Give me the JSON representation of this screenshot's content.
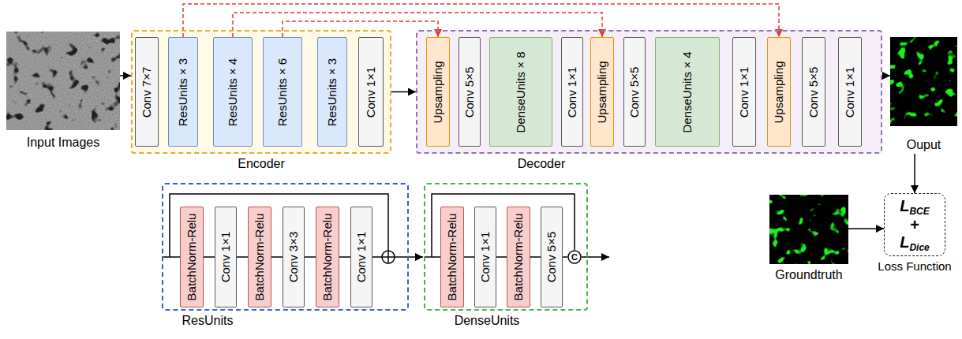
{
  "diagram": {
    "nodes": [
      {
        "text": [
          "Input Images"
        ]
      },
      {
        "text": [
          "Encoder"
        ]
      },
      {
        "text": [
          "Conv 7×7"
        ],
        "in": 1
      },
      {
        "text": [
          "ResUnits × 3"
        ],
        "in": 1
      },
      {
        "text": [
          "ResUnits × 4"
        ],
        "in": 1
      },
      {
        "text": [
          "ResUnits × 6"
        ],
        "in": 1
      },
      {
        "text": [
          "ResUnits × 3"
        ],
        "in": 1
      },
      {
        "text": [
          "Conv 1×1"
        ],
        "in": 1
      },
      {
        "text": [
          "Decoder"
        ]
      },
      {
        "text": [
          "Upsampling"
        ],
        "in": 8
      },
      {
        "text": [
          "Conv 5×5"
        ],
        "in": 8
      },
      {
        "text": [
          "DenseUnits × 8"
        ],
        "in": 8
      },
      {
        "text": [
          "Conv 1×1"
        ],
        "in": 8
      },
      {
        "text": [
          "Upsampling"
        ],
        "in": 8
      },
      {
        "text": [
          "Conv 5×5"
        ],
        "in": 8
      },
      {
        "text": [
          "DenseUnits × 4"
        ],
        "in": 8
      },
      {
        "text": [
          "Conv 1×1"
        ],
        "in": 8
      },
      {
        "text": [
          "Upsampling"
        ],
        "in": 8
      },
      {
        "text": [
          "Conv 5×5"
        ],
        "in": 8
      },
      {
        "text": [
          "Conv 1×1"
        ],
        "in": 8
      },
      {
        "text": [
          "Ouput"
        ]
      },
      {
        "text": [
          "ResUnits"
        ]
      },
      {
        "text": [
          "BatchNorm-Relu"
        ],
        "in": 21
      },
      {
        "text": [
          "Conv 1×1"
        ],
        "in": 21
      },
      {
        "text": [
          "BatchNorm-Relu"
        ],
        "in": 21
      },
      {
        "text": [
          "Conv 3×3"
        ],
        "in": 21
      },
      {
        "text": [
          "BatchNorm-Relu"
        ],
        "in": 21
      },
      {
        "text": [
          "Conv 1×1"
        ],
        "in": 21
      },
      {
        "text": [
          "DenseUnits"
        ]
      },
      {
        "text": [
          "BatchNorm-Relu"
        ],
        "in": 28
      },
      {
        "text": [
          "Conv 1×1"
        ],
        "in": 28
      },
      {
        "text": [
          "BatchNorm-Relu"
        ],
        "in": 28
      },
      {
        "text": [
          "Conv 5×5"
        ],
        "in": 28
      },
      {
        "text": [
          "C"
        ],
        "in": 28
      },
      {
        "text": [
          "Groundtruth"
        ]
      },
      {
        "text": [
          "LBCE",
          "+",
          "LDice",
          "Loss Function"
        ]
      }
    ],
    "edges": [
      {
        "from": 0,
        "to": 1,
        "arrow": "to"
      },
      {
        "from": 1,
        "to": 8,
        "arrow": "to"
      },
      {
        "from": 8,
        "to": 20,
        "arrow": "to"
      },
      {
        "from": 5,
        "to": 9,
        "arrow": "to"
      },
      {
        "from": 4,
        "to": 13,
        "arrow": "to"
      },
      {
        "from": 3,
        "to": 17,
        "arrow": "to"
      },
      {
        "from": 20,
        "to": 35,
        "arrow": "to"
      },
      {
        "from": 34,
        "to": 35,
        "arrow": "to"
      },
      {
        "from": 22,
        "to": 23,
        "arrow": "none"
      },
      {
        "from": 23,
        "to": 24,
        "arrow": "none"
      },
      {
        "from": 24,
        "to": 25,
        "arrow": "none"
      },
      {
        "from": 25,
        "to": 26,
        "arrow": "none"
      },
      {
        "from": 26,
        "to": 27,
        "arrow": "none"
      },
      {
        "from": 29,
        "to": 30,
        "arrow": "none"
      },
      {
        "from": 30,
        "to": 31,
        "arrow": "none"
      },
      {
        "from": 31,
        "to": 32,
        "arrow": "none"
      },
      {
        "from": 32,
        "to": 33,
        "arrow": "none"
      }
    ]
  }
}
